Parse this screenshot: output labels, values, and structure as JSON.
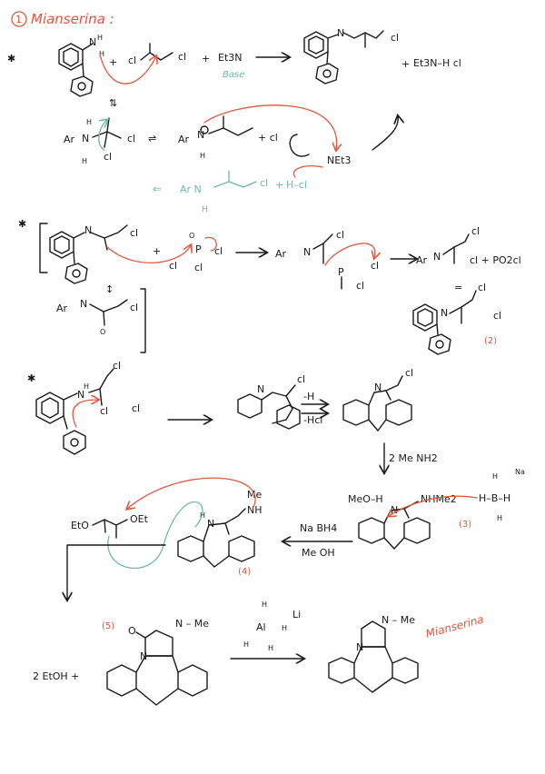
{
  "title": {
    "number": "1",
    "text": "Mianserina :"
  },
  "colors": {
    "ink": "#1a1a1a",
    "accent_red": "#e0573f",
    "accent_teal": "#6fb8a8"
  },
  "step1": {
    "marker": "✱",
    "plus1": "+",
    "acyl_cl": "cl",
    "acyl_cl2": "cl",
    "plus2": "+",
    "reagent": "Et3N",
    "base_label": "Base",
    "nh": "N",
    "h": "H",
    "product_plus": "+",
    "salt": "Et3N–H cl",
    "eq_arrow": "⇅",
    "ar1": "Ar",
    "n1": "N",
    "ar2": "Ar",
    "n2": "N",
    "cl_minus": "+ cl",
    "amine": "NEt3",
    "ar3": "Ar N",
    "h3": "H",
    "cl3": "cl",
    "plus3": "+",
    "hcl": "H–cl"
  },
  "step2": {
    "marker": "✱",
    "n_top": "N",
    "cl_top": "cl",
    "plus": "+",
    "pocl3_p": "P",
    "pocl3_o": "O",
    "pocl3_cl1": "cl",
    "pocl3_cl2": "cl",
    "pocl3_cl3": "cl",
    "ar_mid": "Ar",
    "n_mid": "N",
    "cl_mid": "cl",
    "p_mid": "P",
    "cl_mid2": "cl",
    "cl_minus": "cl",
    "ar_right": "Ar",
    "n_right": "N",
    "cl_right": "cl",
    "byproduct": "cl + PO2cl",
    "ar_res": "Ar",
    "n_res": "N",
    "cl_res": "cl",
    "o_res": "O",
    "equals": "=",
    "cl_prod": "cl",
    "cl_minus2": "cl",
    "label": "(2)"
  },
  "step3": {
    "marker": "✱",
    "nh": "N",
    "h": "H",
    "cl_top": "cl",
    "cl_ring": "cl",
    "cl_minus": "cl",
    "cl_mid": "cl",
    "minus_h": "-H",
    "minus_hcl": "-Hcl",
    "n_prod": "N",
    "cl_prod": "cl",
    "reagent_methylamine": "2 Me NH2",
    "meo": "MeO–H",
    "nhme2": "NHMe2",
    "hb": "H–B–H",
    "hb_h": "H",
    "hb_na": "Na",
    "label3": "(3)",
    "nabh4": "Na BH4",
    "meoh": "Me OH",
    "diester": "EtO",
    "oet": "OEt",
    "me": "Me",
    "nh_amine": "NH",
    "n4": "N",
    "h4": "H",
    "label4": "(4)"
  },
  "step4": {
    "label5": "(5)",
    "o": "O",
    "n_me": "N – Me",
    "n_ring": "N",
    "byproduct": "2 EtOH +",
    "lialh4": "Al",
    "li": "Li",
    "h_top": "H",
    "h_left": "H",
    "h_right": "H",
    "h_bottom": "H",
    "n_me_final": "N – Me",
    "n_final": "N",
    "product_name": "Mianserina"
  }
}
